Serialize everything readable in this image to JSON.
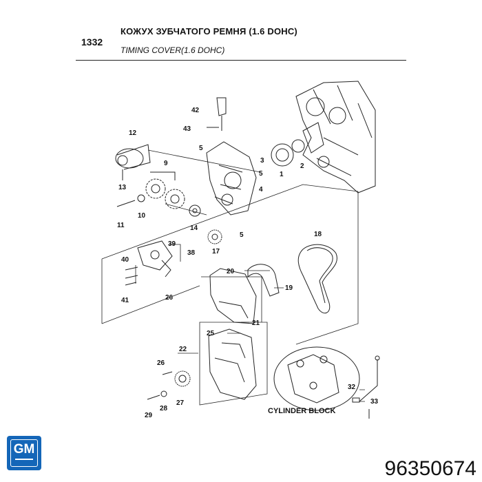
{
  "header": {
    "section_code": "1332",
    "title_ru": "КОЖУХ ЗУБЧАТОГО РЕМНЯ (1.6 DOHC)",
    "title_en": "TIMING COVER(1.6 DOHC)"
  },
  "diagram": {
    "inset_label": "CYLINDER BLOCK",
    "callouts": [
      {
        "id": "c42",
        "text": "42"
      },
      {
        "id": "c43",
        "text": "43"
      },
      {
        "id": "c12",
        "text": "12"
      },
      {
        "id": "c13",
        "text": "13"
      },
      {
        "id": "c9",
        "text": "9"
      },
      {
        "id": "c5a",
        "text": "5"
      },
      {
        "id": "c3",
        "text": "3"
      },
      {
        "id": "c2",
        "text": "2"
      },
      {
        "id": "c1",
        "text": "1"
      },
      {
        "id": "c5b",
        "text": "5"
      },
      {
        "id": "c4",
        "text": "4"
      },
      {
        "id": "c11",
        "text": "11"
      },
      {
        "id": "c10",
        "text": "10"
      },
      {
        "id": "c14",
        "text": "14"
      },
      {
        "id": "c5c",
        "text": "5"
      },
      {
        "id": "c39",
        "text": "39"
      },
      {
        "id": "c38",
        "text": "38"
      },
      {
        "id": "c17",
        "text": "17"
      },
      {
        "id": "c18",
        "text": "18"
      },
      {
        "id": "c40",
        "text": "40"
      },
      {
        "id": "c41",
        "text": "41"
      },
      {
        "id": "c20",
        "text": "20"
      },
      {
        "id": "c19",
        "text": "19"
      },
      {
        "id": "c26a",
        "text": "26"
      },
      {
        "id": "c21",
        "text": "21"
      },
      {
        "id": "c25",
        "text": "25"
      },
      {
        "id": "c22",
        "text": "22"
      },
      {
        "id": "c26b",
        "text": "26"
      },
      {
        "id": "c27",
        "text": "27"
      },
      {
        "id": "c28",
        "text": "28"
      },
      {
        "id": "c29",
        "text": "29"
      },
      {
        "id": "c32",
        "text": "32"
      },
      {
        "id": "c33",
        "text": "33"
      }
    ]
  },
  "footer": {
    "brand": "GM",
    "part_number": "96350674"
  },
  "colors": {
    "brand": "#1466b8",
    "ink": "#111111"
  }
}
